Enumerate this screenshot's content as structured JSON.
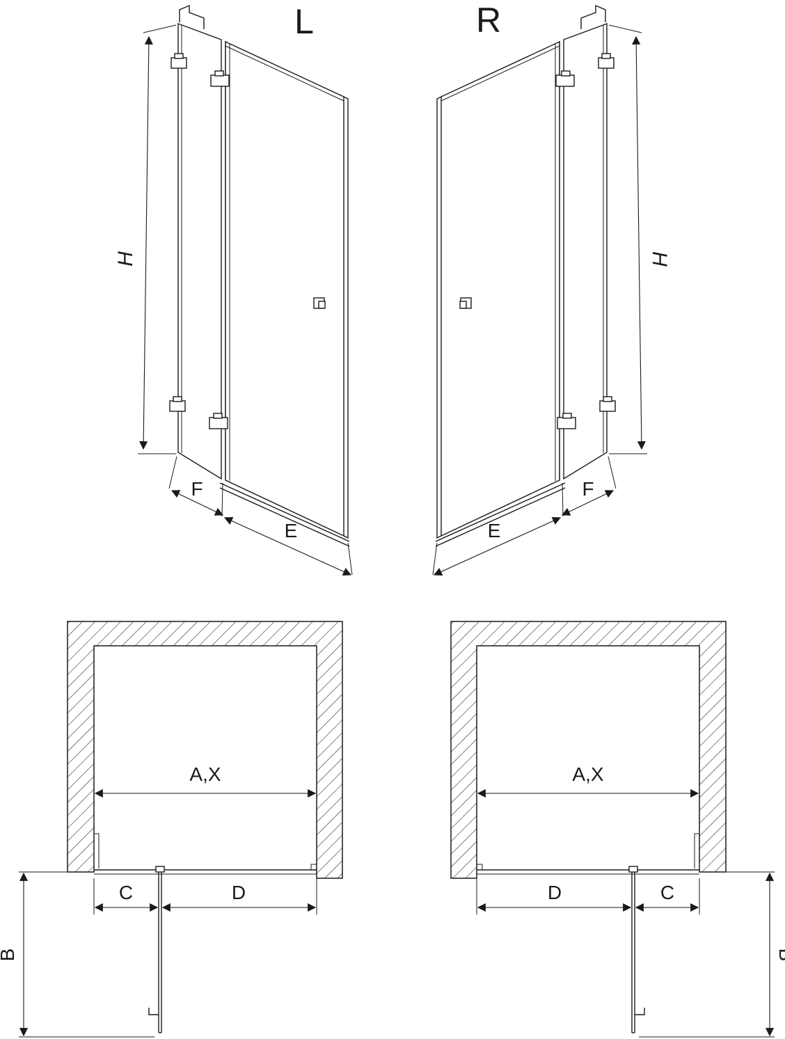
{
  "labels": {
    "left_view": "L",
    "right_view": "R"
  },
  "dimensions": {
    "height": "H",
    "fixed_panel": "F",
    "door_panel": "E",
    "opening_width": "A,X",
    "swing": "C",
    "door_width": "D",
    "depth": "B"
  },
  "colors": {
    "line": "#1a1a1a",
    "background": "#ffffff"
  }
}
